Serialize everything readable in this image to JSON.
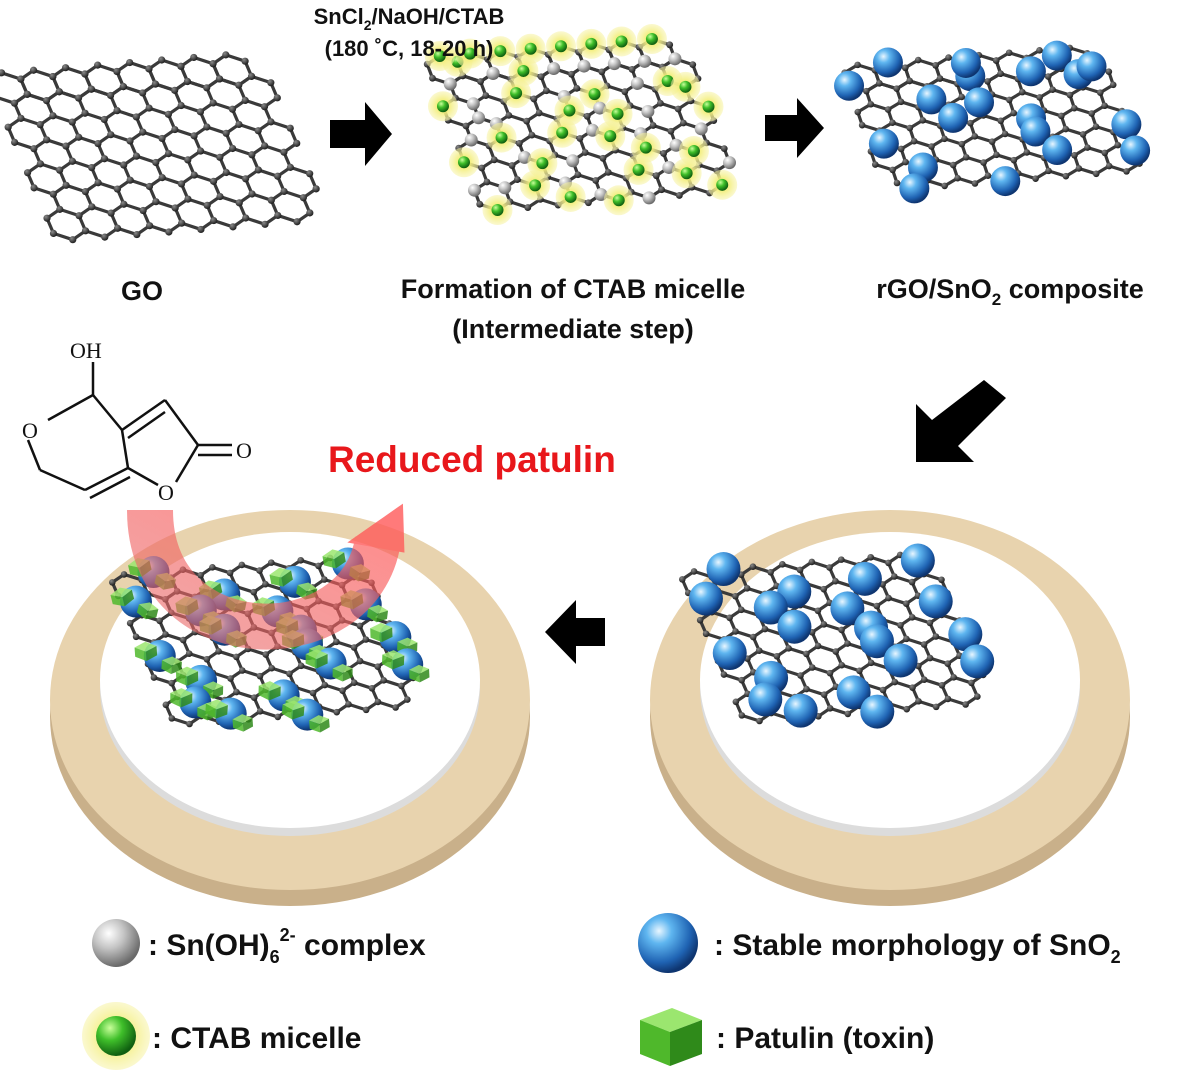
{
  "reaction": {
    "reagents": "SnCl2/NaOH/CTAB",
    "reagents_main": "SnCl",
    "reagents_sub": "2",
    "reagents_rest": "/NaOH/CTAB",
    "conditions": "(180 ˚C, 18-20 h)"
  },
  "stages": {
    "go_label": "GO",
    "micelle_label_line1": "Formation of CTAB micelle",
    "micelle_label_line2": "(Intermediate step)",
    "composite_label": "rGO/SnO2 composite",
    "composite_main": "rGO/SnO",
    "composite_sub": "2",
    "composite_rest": " composite"
  },
  "molecule": {
    "oh_label": "OH",
    "ring_o1": "O",
    "ring_o2": "O",
    "carbonyl_o": "O"
  },
  "annotation": {
    "reduced_patulin": "Reduced patulin",
    "color": "#e8171b"
  },
  "legend": {
    "sn_complex": {
      "main": ": Sn(OH)",
      "sub": "6",
      "sup": "2-",
      "rest": " complex"
    },
    "ctab": ": CTAB micelle",
    "sno2": {
      "main": ": Stable morphology of SnO",
      "sub": "2"
    },
    "patulin": ": Patulin (toxin)"
  },
  "colors": {
    "lattice": "#3a3a3a",
    "sphere_blue": "#2f86d6",
    "sphere_grey": "#b8b8b8",
    "micelle_yellow": "#f3ee7a",
    "micelle_green": "#36b52a",
    "cube_green": "#5fd33a",
    "disk_outer": "#e8d3ae",
    "disk_inner": "#ffffff",
    "arrow": "#000000"
  }
}
